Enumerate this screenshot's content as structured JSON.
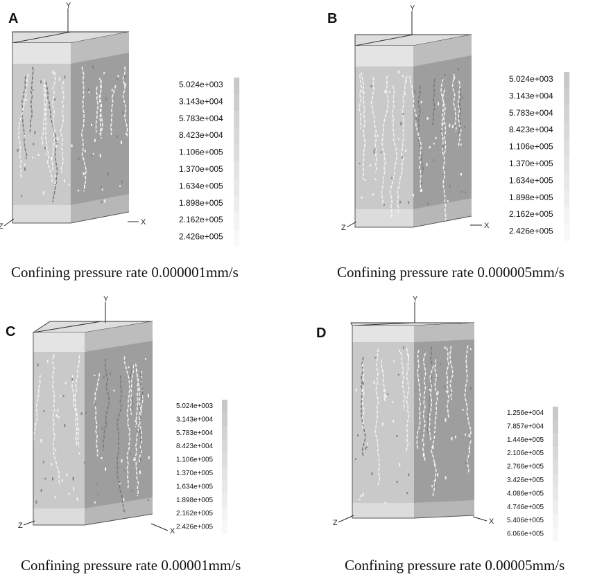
{
  "panels": [
    {
      "letter": "A",
      "caption": "Confining pressure rate 0.000001mm/s",
      "legend": [
        "5.024e+003",
        "3.143e+004",
        "5.783e+004",
        "8.423e+004",
        "1.106e+005",
        "1.370e+005",
        "1.634e+005",
        "1.898e+005",
        "2.162e+005",
        "2.426e+005"
      ]
    },
    {
      "letter": "B",
      "caption": "Confining pressure rate 0.000005mm/s",
      "legend": [
        "5.024e+003",
        "3.143e+004",
        "5.783e+004",
        "8.423e+004",
        "1.106e+005",
        "1.370e+005",
        "1.634e+005",
        "1.898e+005",
        "2.162e+005",
        "2.426e+005"
      ]
    },
    {
      "letter": "C",
      "caption": "Confining pressure rate 0.00001mm/s",
      "legend": [
        "5.024e+003",
        "3.143e+004",
        "5.783e+004",
        "8.423e+004",
        "1.106e+005",
        "1.370e+005",
        "1.634e+005",
        "1.898e+005",
        "2.162e+005",
        "2.426e+005"
      ]
    },
    {
      "letter": "D",
      "caption": "Confining pressure rate 0.00005mm/s",
      "legend": [
        "1.256e+004",
        "7.857e+004",
        "1.446e+005",
        "2.106e+005",
        "2.766e+005",
        "3.426e+005",
        "4.086e+005",
        "4.746e+005",
        "5.406e+005",
        "6.066e+005"
      ]
    }
  ],
  "axes": {
    "y": "Y",
    "x": "X",
    "z": "Z"
  },
  "colors": {
    "front_face": "#c9c9c9",
    "side_face": "#9e9e9e",
    "top_face": "#dedede",
    "crack": "#f2f2f2",
    "crack_dark": "#7a7a7a"
  }
}
